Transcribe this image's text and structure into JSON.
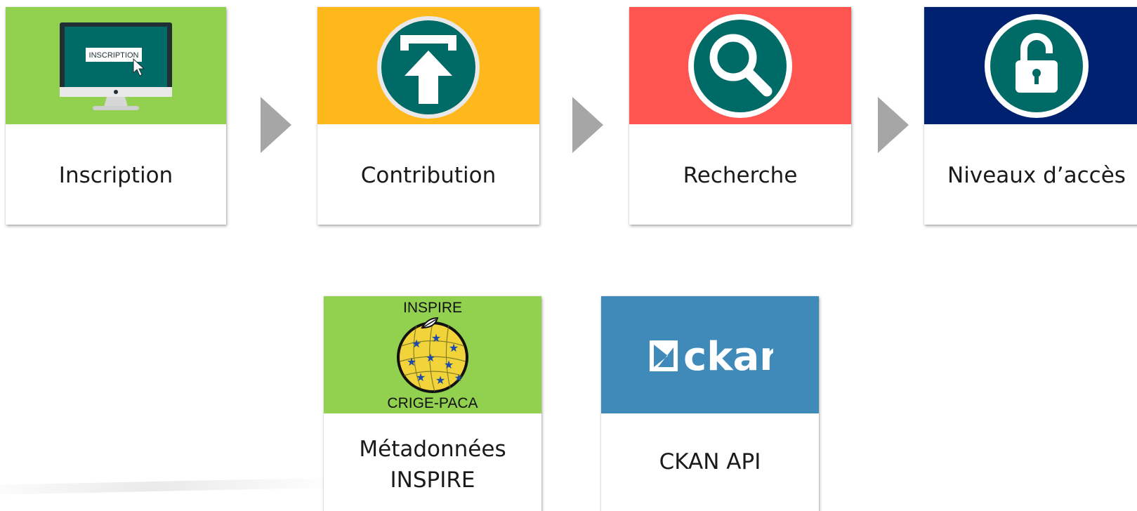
{
  "workflow": {
    "steps": [
      {
        "label": "Inscription",
        "screen_text": "INSCRIPTION",
        "color": "#92d050"
      },
      {
        "label": "Contribution",
        "color": "#ffb81c"
      },
      {
        "label": "Recherche",
        "color": "#ff5550"
      },
      {
        "label": "Niveaux d’accès",
        "color": "#002070"
      }
    ],
    "icon_circle_color": "#006a67"
  },
  "extras": {
    "inspire": {
      "label_line1": "Métadonnées",
      "label_line2": "INSPIRE",
      "logo_top": "INSPIRE",
      "logo_bottom": "CRIGE-PACA",
      "color": "#92d050"
    },
    "ckan": {
      "label": "CKAN API",
      "logo_text": "ckan",
      "color": "#3f8ab9"
    }
  },
  "icons": [
    "monitor-icon",
    "upload-icon",
    "search-icon",
    "unlock-icon",
    "inspire-logo",
    "ckan-logo"
  ]
}
